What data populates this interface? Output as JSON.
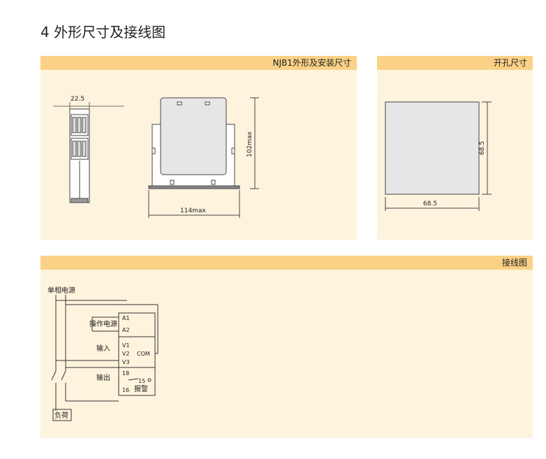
{
  "section_title": "4 外形尺寸及接线图",
  "panels": {
    "outline": {
      "header": "NJB1外形及安装尺寸",
      "width_label": "22.5",
      "depth_label": "114max",
      "height_label": "102max"
    },
    "cutout": {
      "header": "开孔尺寸",
      "width_label": "68.5",
      "height_label": "68.5"
    },
    "wiring": {
      "header": "接线图",
      "power_label": "单相电源",
      "op_power_label": "操作电源",
      "input_label": "输入",
      "output_label": "输出",
      "alarm_label": "报警",
      "load_label": "负荷",
      "terminals": {
        "a1": "A1",
        "a2": "A2",
        "v1": "V1",
        "v2": "V2",
        "v3": "V3",
        "com": "COM",
        "t18": "18",
        "t15": "15",
        "t16": "16"
      }
    }
  }
}
